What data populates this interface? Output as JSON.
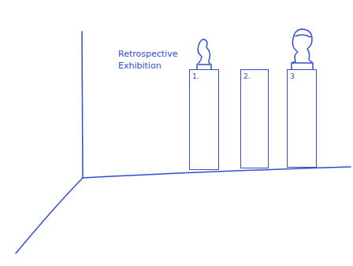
{
  "diagram": {
    "nodes": [
      {
        "text": [
          "1."
        ]
      },
      {
        "text": [
          "2."
        ]
      },
      {
        "text": [
          "3"
        ]
      }
    ],
    "labels": [
      "Retrospective Exhibition"
    ]
  }
}
